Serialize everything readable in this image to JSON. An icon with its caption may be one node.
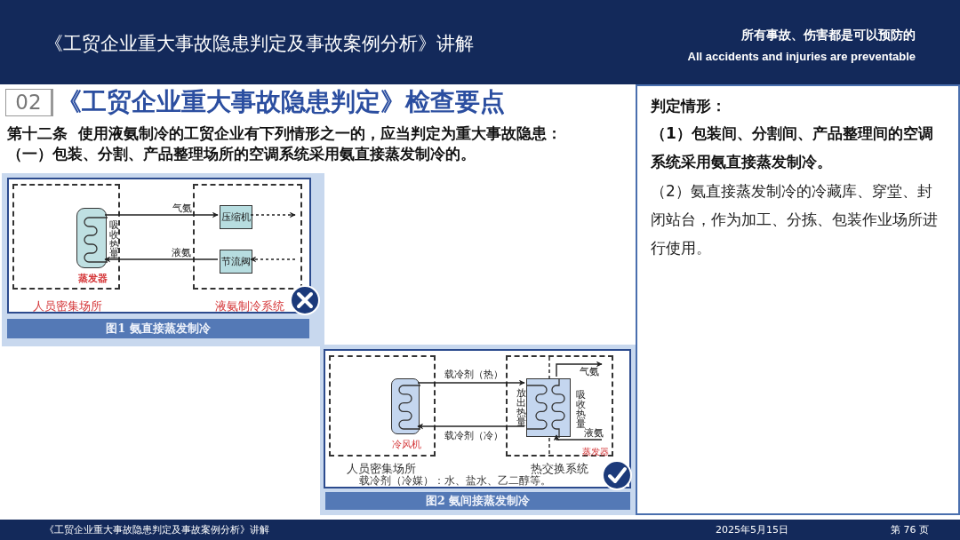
{
  "diagram": {
    "title": "《工贸企业重大事故隐患判定及事故案例分析》讲解",
    "nodes": [
      {
        "text": [
          "图1 氨直接蒸发制冷"
        ]
      },
      {
        "text": [
          "人员密集场所"
        ],
        "in": 0
      },
      {
        "text": [
          "蒸发器"
        ],
        "beside": [
          "吸收热量"
        ],
        "in": 1
      },
      {
        "text": [
          "液氨制冷系统"
        ],
        "in": 0
      },
      {
        "text": [
          "压缩机"
        ],
        "in": 3
      },
      {
        "text": [
          "节流阀"
        ],
        "in": 3
      },
      {
        "text": [
          "图2 氨间接蒸发制冷"
        ]
      },
      {
        "text": [
          "人员密集场所"
        ],
        "in": 6
      },
      {
        "text": [
          "冷风机"
        ],
        "in": 7
      },
      {
        "text": [
          "热交换系统"
        ],
        "in": 6
      },
      {
        "text": [],
        "shape": "box",
        "beside": [
          "放出热量",
          "吸收热量",
          "蒸发器"
        ],
        "in": 9
      },
      {
        "text": [
          "判定情形：",
          "（1）包装间、分割间、产品整理间的空调系统采用氨直接蒸发制冷。",
          "（2）氨直接蒸发制冷的冷藏库、穿堂、封闭站台，作为加工、分拣、包装作业场所进行使用。"
        ]
      }
    ],
    "edges": [
      {
        "from": 2,
        "to": 4,
        "arrow": "to",
        "label": "气氨"
      },
      {
        "from": 5,
        "to": 2,
        "arrow": "to",
        "label": "液氨"
      },
      {
        "from": 4,
        "to": null,
        "arrow": "to",
        "style": "dashed"
      },
      {
        "from": null,
        "to": 5,
        "arrow": "to",
        "style": "dashed"
      },
      {
        "from": 8,
        "to": 10,
        "arrow": "to",
        "label": "载冷剂（热）"
      },
      {
        "from": 10,
        "to": 8,
        "arrow": "to",
        "label": "载冷剂（冷）"
      },
      {
        "from": 10,
        "to": null,
        "arrow": "to",
        "label": "气氨"
      },
      {
        "from": null,
        "to": 10,
        "arrow": "to",
        "label": "液氨"
      }
    ],
    "labels": [
      "所有事故、伤害都是可以预防的",
      "All accidents and injuries are preventable",
      "02",
      "《工贸企业重大事故隐患判定》检查要点",
      "第十二条  使用液氨制冷的工贸企业有下列情形之一的，应当判定为重大事故隐患：",
      "（一）包装、分割、产品整理场所的空调系统采用氨直接蒸发制冷的。",
      "载冷剂（冷媒）：水、盐水、乙二醇等。",
      "《工贸企业重大事故隐患判定及事故案例分析》讲解",
      "2025年5月15日",
      "第 76 页"
    ]
  }
}
